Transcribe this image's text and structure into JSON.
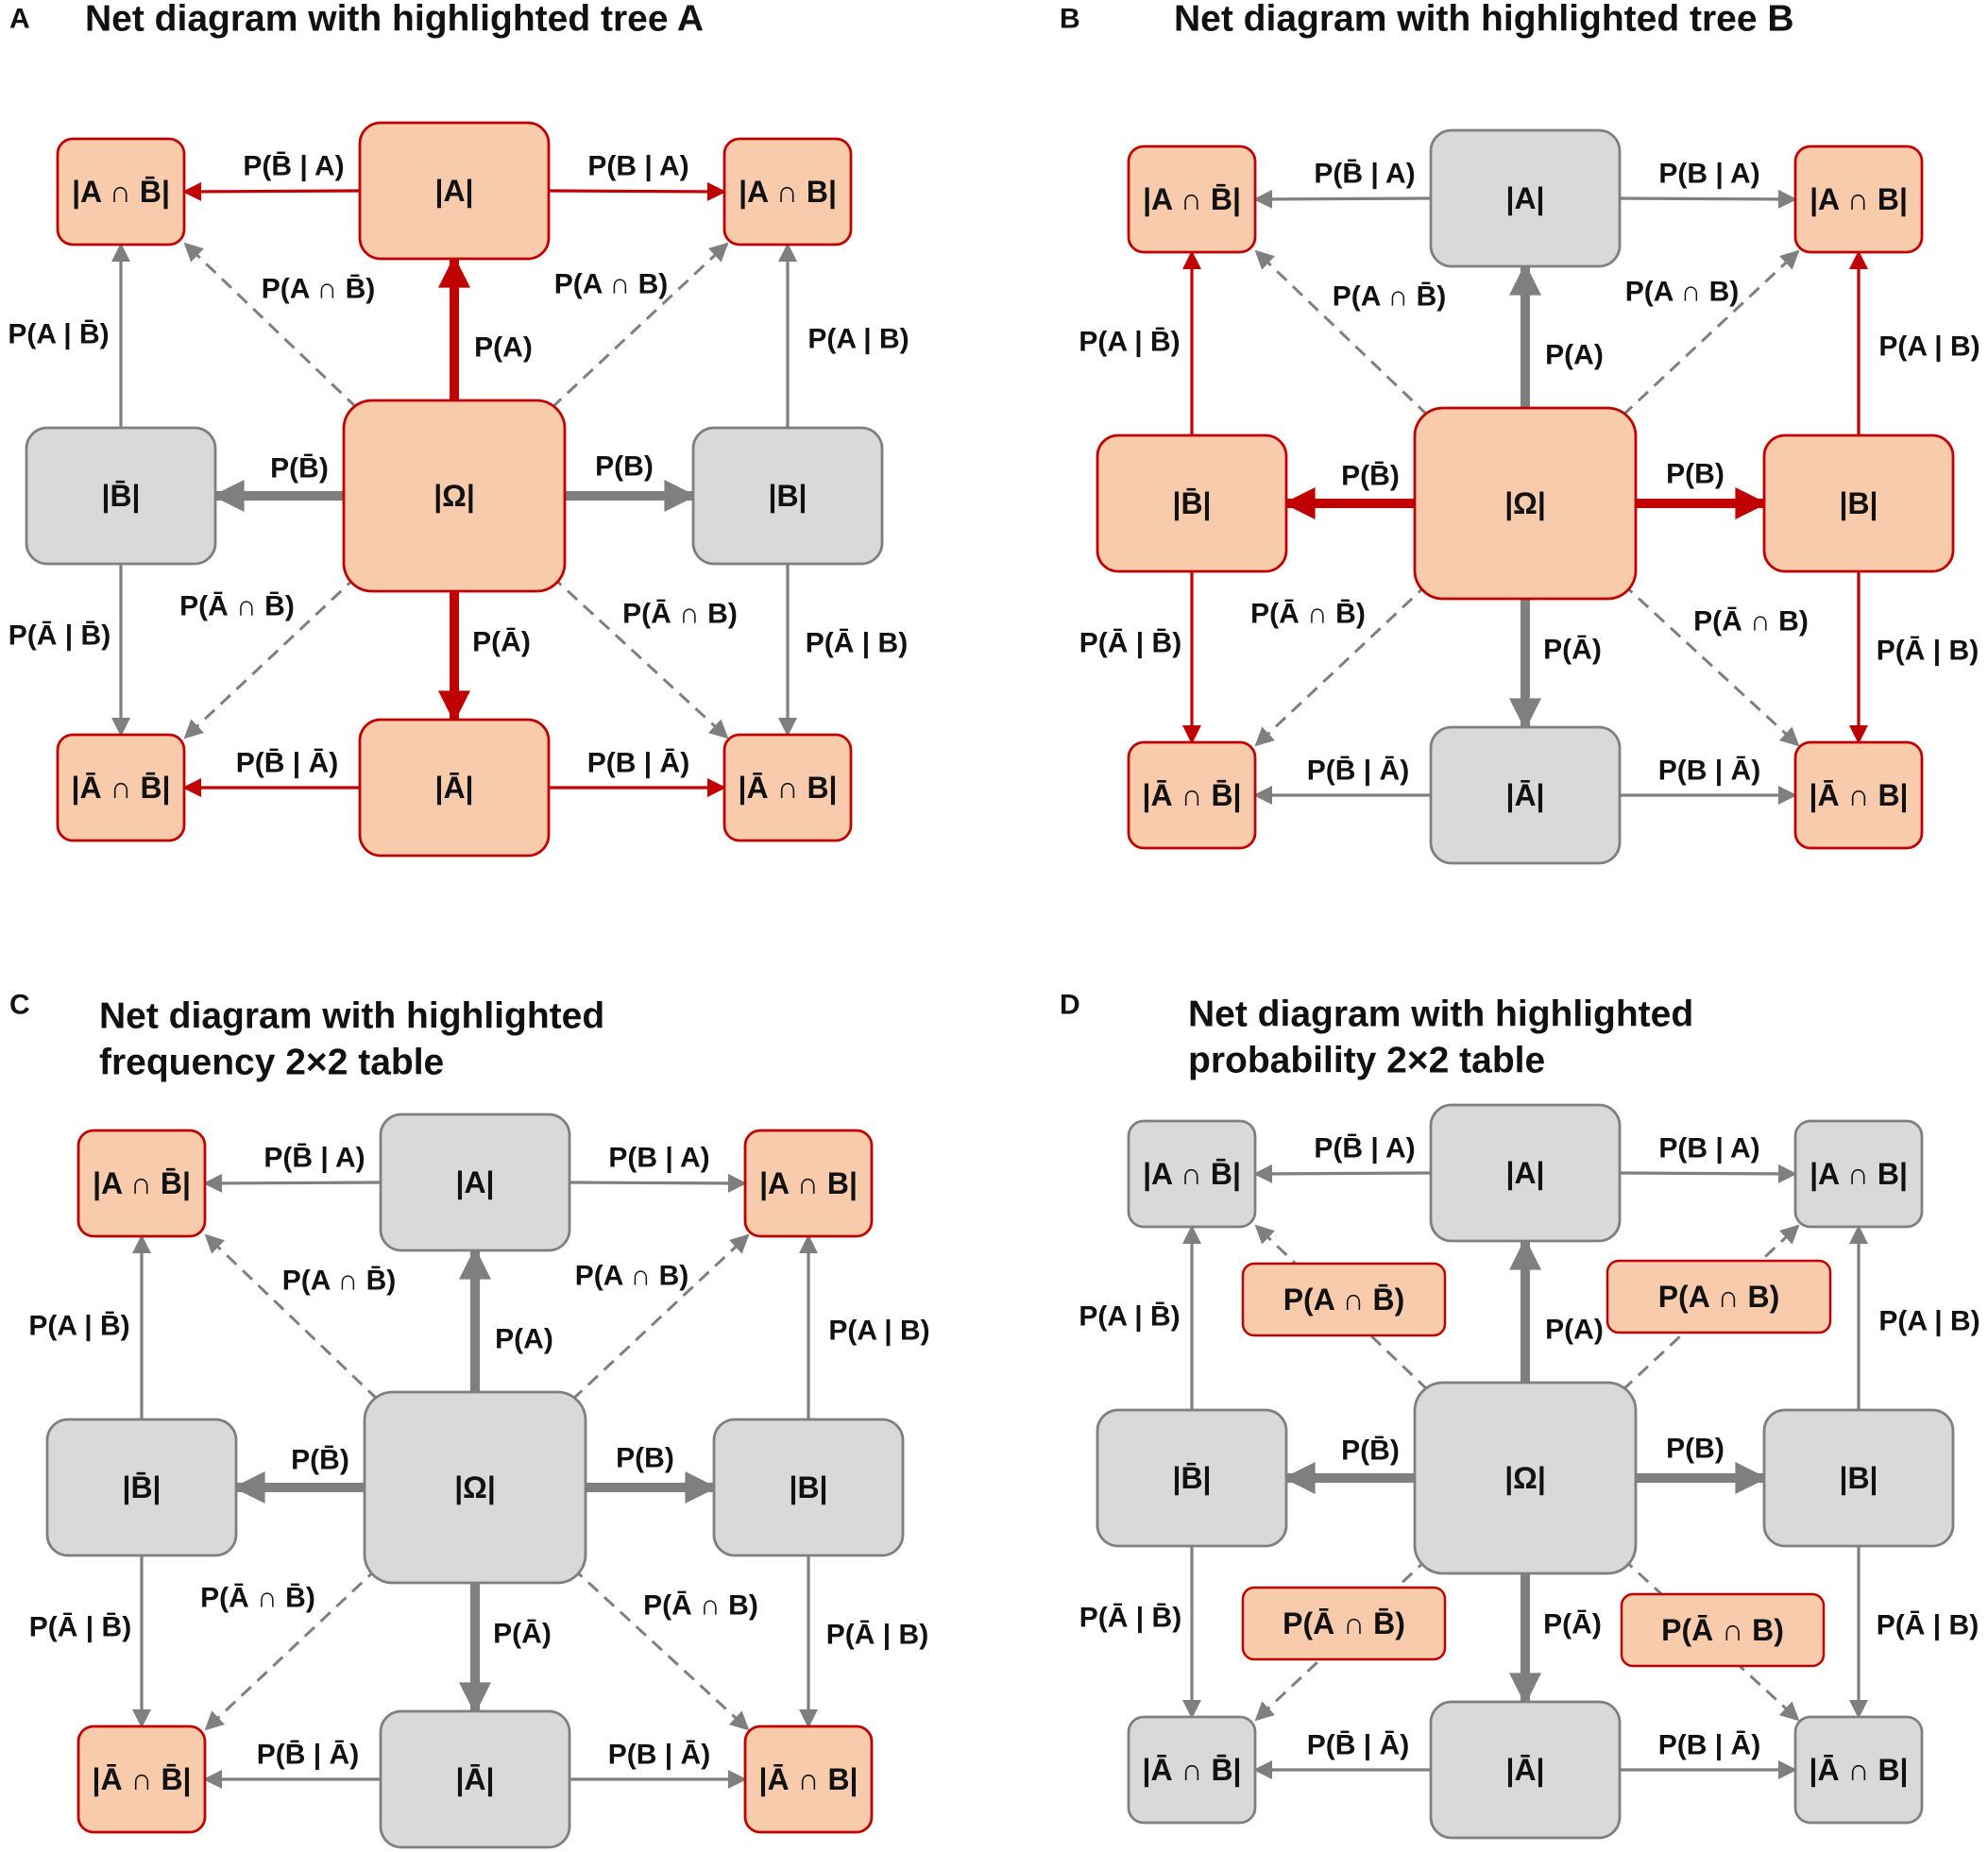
{
  "colors": {
    "highlight_fill": "#f8cbad",
    "highlight_stroke": "#c00000",
    "gray_fill": "#d9d9d9",
    "gray_stroke": "#7f7f7f",
    "highlight_arrow": "#c00000",
    "gray_arrow": "#7f7f7f"
  },
  "node_labels": {
    "omega": "|Ω|",
    "a": "|A|",
    "not_a": "|Ā|",
    "b": "|B|",
    "not_b": "|B̄|",
    "a_and_not_b": "|A ∩ B̄|",
    "a_and_b": "|A ∩ B|",
    "not_a_and_not_b": "|Ā ∩ B̄|",
    "not_a_and_b": "|Ā ∩ B|"
  },
  "edge_labels": {
    "p_a": "P(A)",
    "p_not_a": "P(Ā)",
    "p_b": "P(B)",
    "p_not_b": "P(B̄)",
    "p_not_b_given_a": "P(B̄ | A)",
    "p_b_given_a": "P(B | A)",
    "p_not_b_given_not_a": "P(B̄ | Ā)",
    "p_b_given_not_a": "P(B | Ā)",
    "p_a_given_not_b": "P(A | B̄)",
    "p_not_a_given_not_b": "P(Ā | B̄)",
    "p_a_given_b": "P(A | B)",
    "p_not_a_given_b": "P(Ā | B)",
    "p_a_and_not_b": "P(A ∩ B̄)",
    "p_a_and_b": "P(A ∩ B)",
    "p_not_a_and_not_b": "P(Ā ∩ B̄)",
    "p_not_a_and_b": "P(Ā ∩ B)"
  },
  "panels": [
    {
      "letter": "A",
      "title_lines": [
        "Net diagram with highlighted tree A"
      ],
      "highlight_nodes": [
        "omega",
        "a",
        "not_a",
        "a_and_b",
        "a_and_not_b",
        "not_a_and_b",
        "not_a_and_not_b"
      ],
      "highlight_edges": [
        "omega_a",
        "omega_not_a",
        "a_to_a_and_not_b",
        "a_to_a_and_b",
        "not_a_to_not_a_and_not_b",
        "not_a_to_not_a_and_b"
      ],
      "highlight_prob_boxes": false
    },
    {
      "letter": "B",
      "title_lines": [
        "Net diagram with highlighted tree B"
      ],
      "highlight_nodes": [
        "omega",
        "b",
        "not_b",
        "a_and_b",
        "a_and_not_b",
        "not_a_and_b",
        "not_a_and_not_b"
      ],
      "highlight_edges": [
        "omega_b",
        "omega_not_b",
        "not_b_to_a_and_not_b",
        "not_b_to_not_a_and_not_b",
        "b_to_a_and_b",
        "b_to_not_a_and_b"
      ],
      "highlight_prob_boxes": false
    },
    {
      "letter": "C",
      "title_lines": [
        "Net diagram with highlighted",
        "frequency 2×2 table"
      ],
      "highlight_nodes": [
        "a_and_b",
        "a_and_not_b",
        "not_a_and_b",
        "not_a_and_not_b"
      ],
      "highlight_edges": [],
      "highlight_prob_boxes": false
    },
    {
      "letter": "D",
      "title_lines": [
        "Net diagram with highlighted",
        "probability 2×2 table"
      ],
      "highlight_nodes": [],
      "highlight_edges": [],
      "highlight_prob_boxes": true
    }
  ]
}
